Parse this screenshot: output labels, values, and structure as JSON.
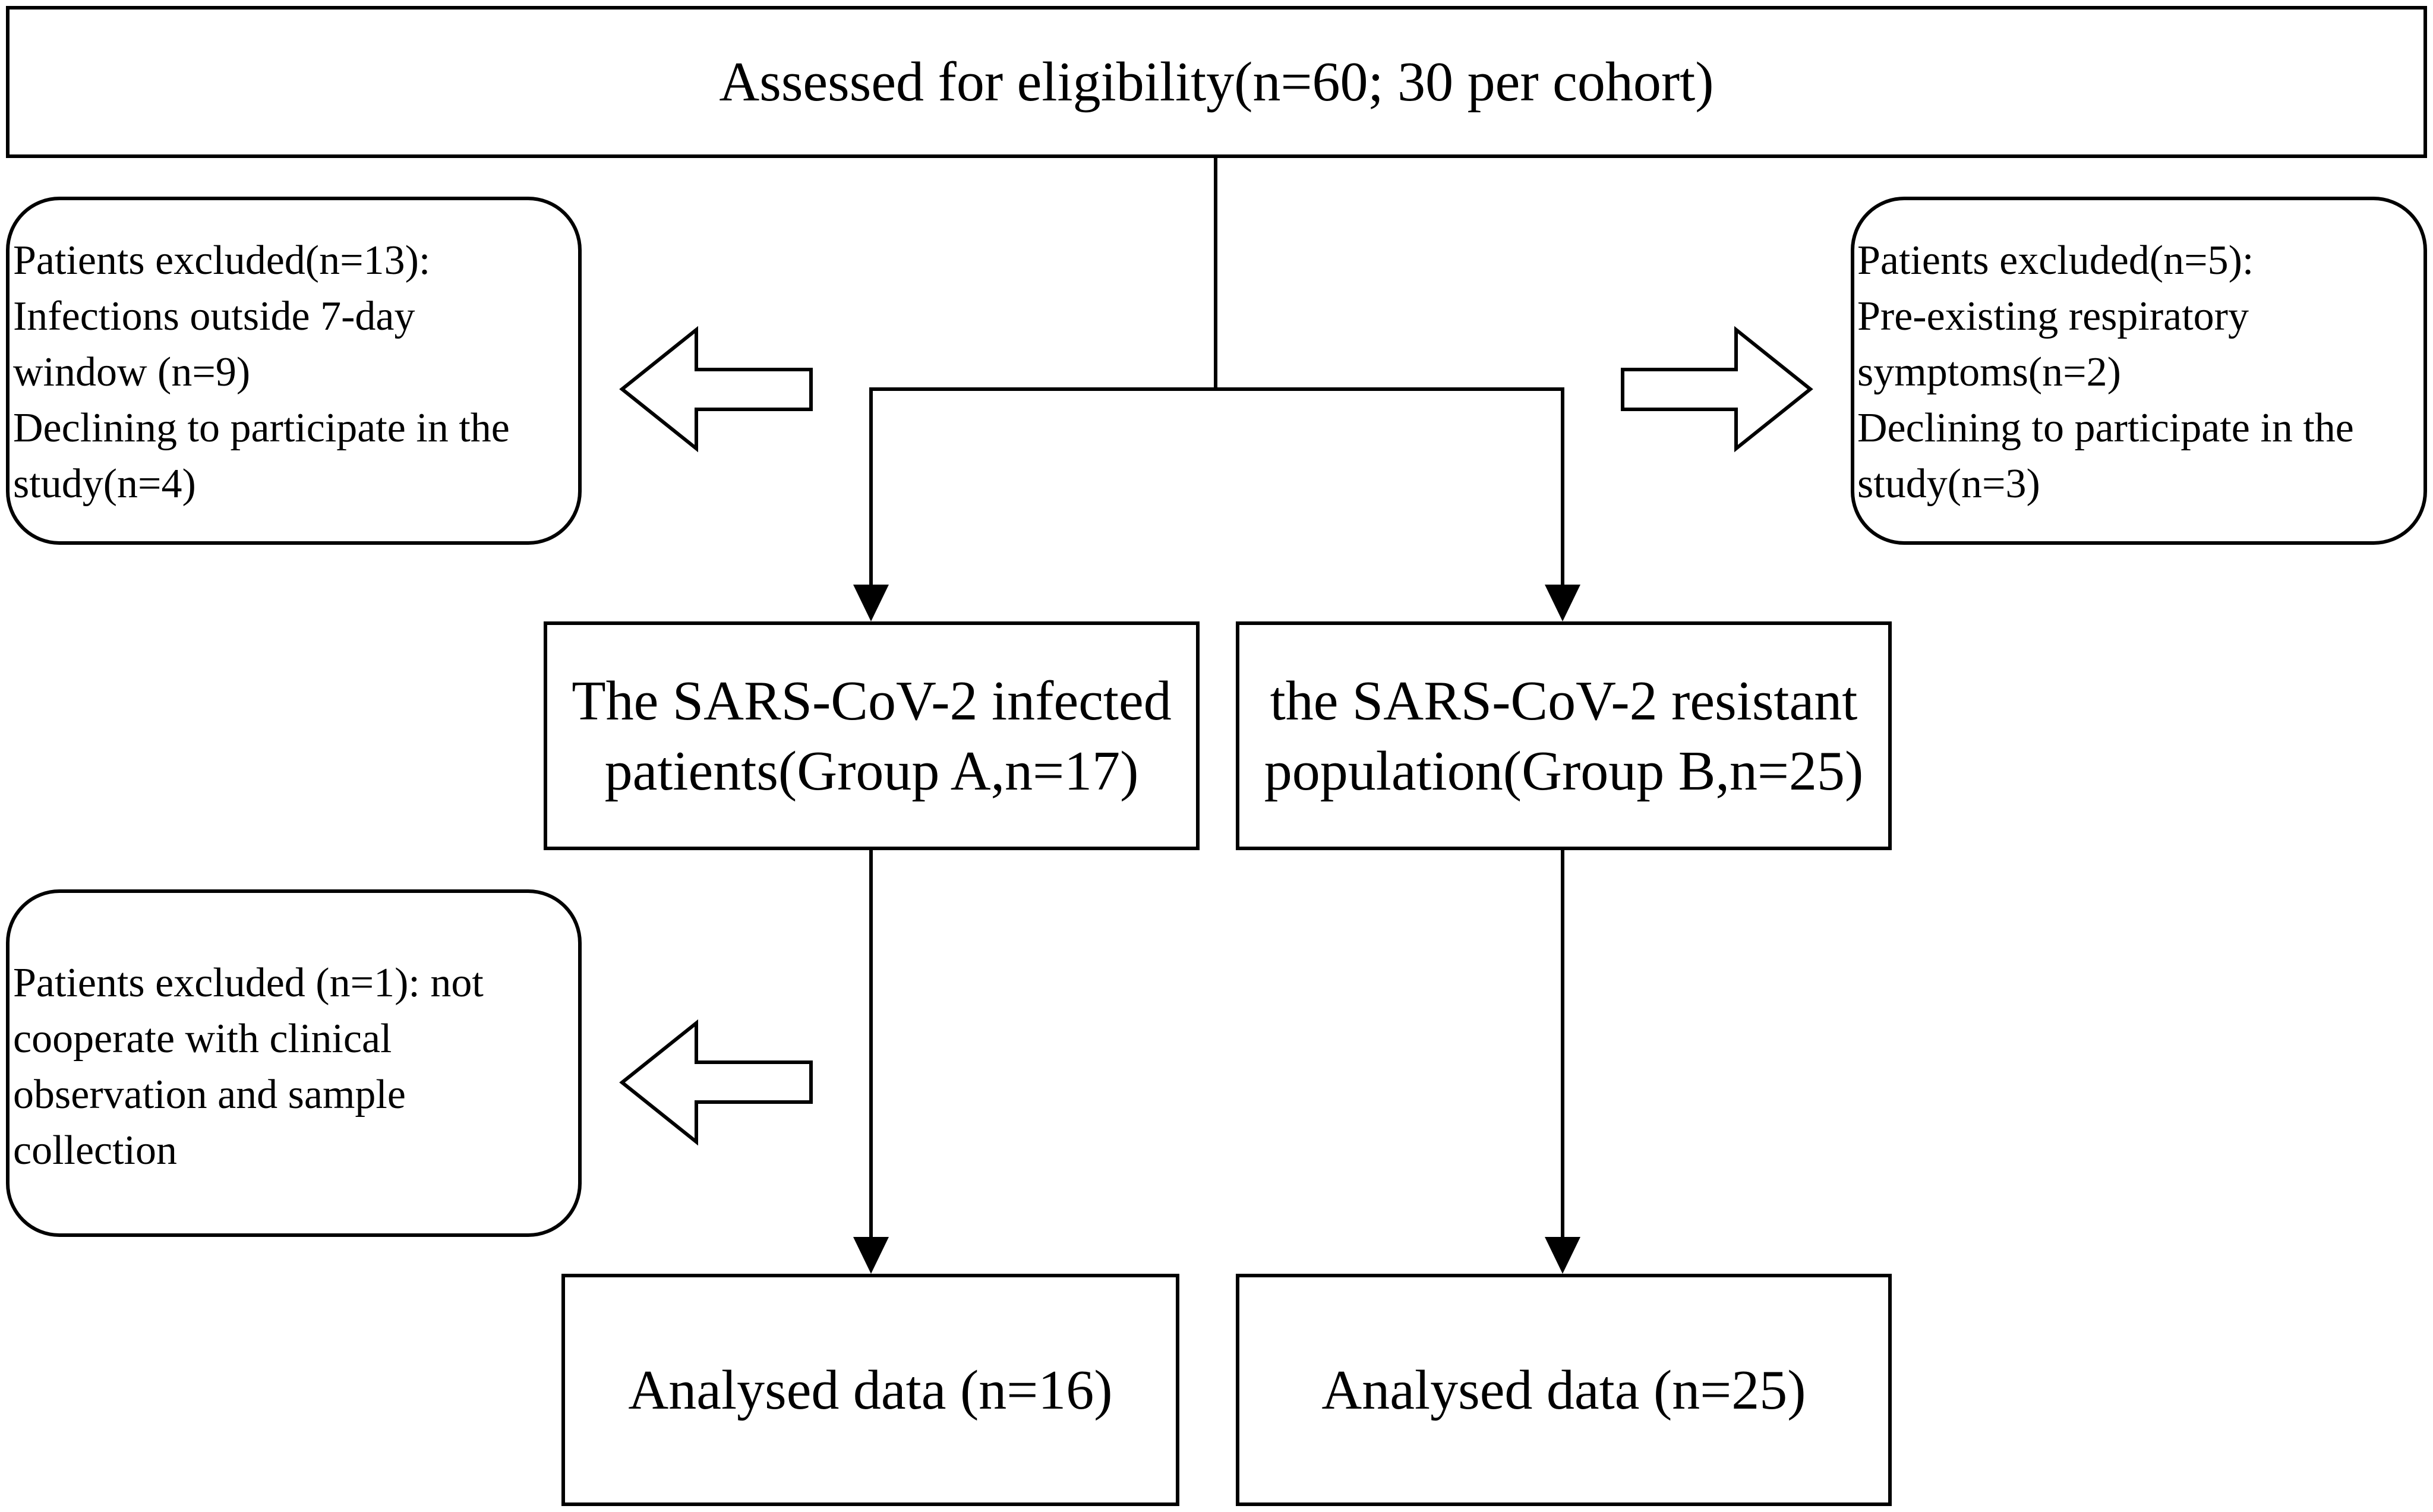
{
  "assessment": {
    "label": "Assessed for eligibility(n=60; 30 per cohort)"
  },
  "exclusions": {
    "left_top": {
      "label": "Patients excluded(n=13):\nInfections outside 7-day\nwindow (n=9)\nDeclining to participate in the\nstudy(n=4)"
    },
    "right_top": {
      "label": "Patients excluded(n=5):\nPre-existing respiratory\nsymptoms(n=2)\nDeclining to participate in the\nstudy(n=3)"
    },
    "left_bottom": {
      "label": "Patients excluded (n=1): not\ncooperate with clinical\nobservation and sample\ncollection"
    }
  },
  "groups": {
    "group_a": {
      "label": "The SARS-CoV-2 infected patients(Group A,n=17)"
    },
    "group_b": {
      "label": "the SARS-CoV-2 resistant population(Group B,n=25)"
    }
  },
  "analysed": {
    "group_a": {
      "label": "Analysed data (n=16)"
    },
    "group_b": {
      "label": "Analysed data (n=25)"
    }
  },
  "colors": {
    "stroke": "#000000",
    "background": "#ffffff"
  }
}
